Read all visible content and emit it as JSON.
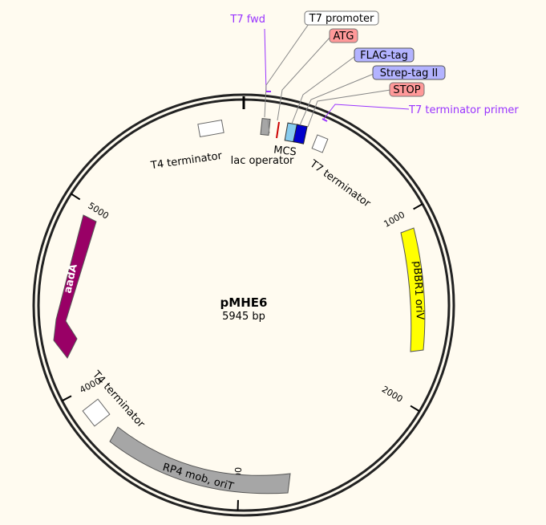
{
  "plasmid": {
    "name": "pMHE6",
    "size_label": "5945 bp",
    "length": 5945
  },
  "ticks": [
    {
      "label": "1000",
      "pos": 1000
    },
    {
      "label": "2000",
      "pos": 2000
    },
    {
      "label": "3000",
      "pos": 3000
    },
    {
      "label": "4000",
      "pos": 4000
    },
    {
      "label": "5000",
      "pos": 5000
    }
  ],
  "features": {
    "aadA": {
      "label": "aadA",
      "color": "#990066"
    },
    "pbbr1": {
      "label": "pBBR1 oriV",
      "color": "#ffff00"
    },
    "rp4": {
      "label": "RP4 mob, oriT",
      "color": "#a6a6a6"
    },
    "t4_term_top": {
      "label": "T4 terminator"
    },
    "t4_term_left": {
      "label": "T4 terminator"
    },
    "t7_term": {
      "label": "T7 terminator"
    },
    "lac_operator": {
      "label": "lac operator"
    },
    "mcs": {
      "label": "MCS"
    }
  },
  "callouts": {
    "t7_fwd": {
      "label": "T7 fwd",
      "color": "#9933ff"
    },
    "t7_promoter": {
      "label": "T7 promoter",
      "bg": "#ffffff"
    },
    "atg": {
      "label": "ATG",
      "bg": "#ff9999"
    },
    "flag_tag": {
      "label": "FLAG-tag",
      "bg": "#b3b3ff"
    },
    "strep_tag": {
      "label": "Strep-tag II",
      "bg": "#b3b3ff"
    },
    "stop": {
      "label": "STOP",
      "bg": "#ff9999"
    },
    "t7_term_primer": {
      "label": "T7 terminator primer",
      "color": "#9933ff"
    }
  }
}
